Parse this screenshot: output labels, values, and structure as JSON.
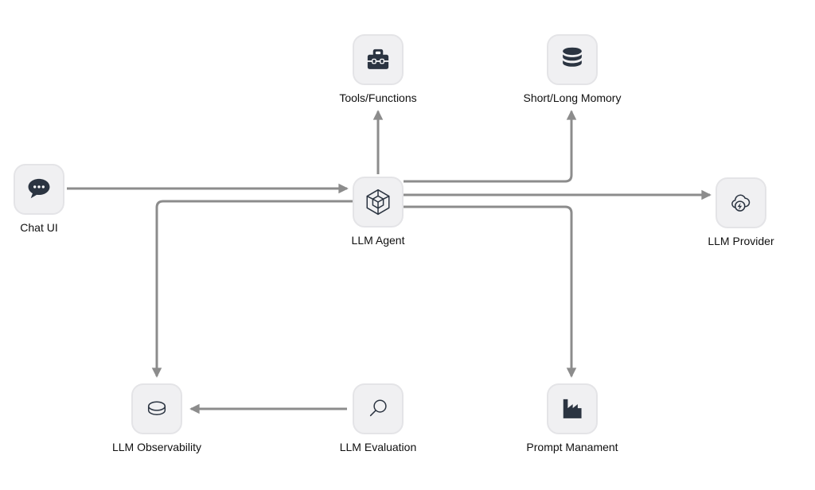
{
  "diagram": {
    "colors": {
      "node_bg": "#f0f0f2",
      "node_border": "#e4e4e7",
      "icon": "#2b3441",
      "arrow": "#8c8c8c",
      "label": "#101010"
    },
    "nodes": [
      {
        "id": "chat-ui",
        "label": "Chat UI",
        "icon": "chat-bubble-icon"
      },
      {
        "id": "llm-agent",
        "label": "LLM Agent",
        "icon": "cube-3d-icon"
      },
      {
        "id": "tools-functions",
        "label": "Tools/Functions",
        "icon": "toolbox-icon"
      },
      {
        "id": "short-long-memory",
        "label": "Short/Long Momory",
        "icon": "database-stack-icon"
      },
      {
        "id": "llm-provider",
        "label": "LLM Provider",
        "icon": "cloud-lightning-icon"
      },
      {
        "id": "llm-observability",
        "label": "LLM Observability",
        "icon": "disk-cylinder-icon"
      },
      {
        "id": "llm-evaluation",
        "label": "LLM Evaluation",
        "icon": "magnifying-glass-icon"
      },
      {
        "id": "prompt-management",
        "label": "Prompt Manament",
        "icon": "factory-icon"
      }
    ],
    "edges": [
      {
        "from": "Chat UI",
        "to": "LLM Agent"
      },
      {
        "from": "LLM Agent",
        "to": "Tools/Functions"
      },
      {
        "from": "LLM Agent",
        "to": "Short/Long Momory"
      },
      {
        "from": "LLM Agent",
        "to": "LLM Provider"
      },
      {
        "from": "LLM Agent",
        "to": "Prompt Manament"
      },
      {
        "from": "LLM Agent",
        "to": "LLM Observability"
      },
      {
        "from": "LLM Evaluation",
        "to": "LLM Observability"
      }
    ]
  }
}
